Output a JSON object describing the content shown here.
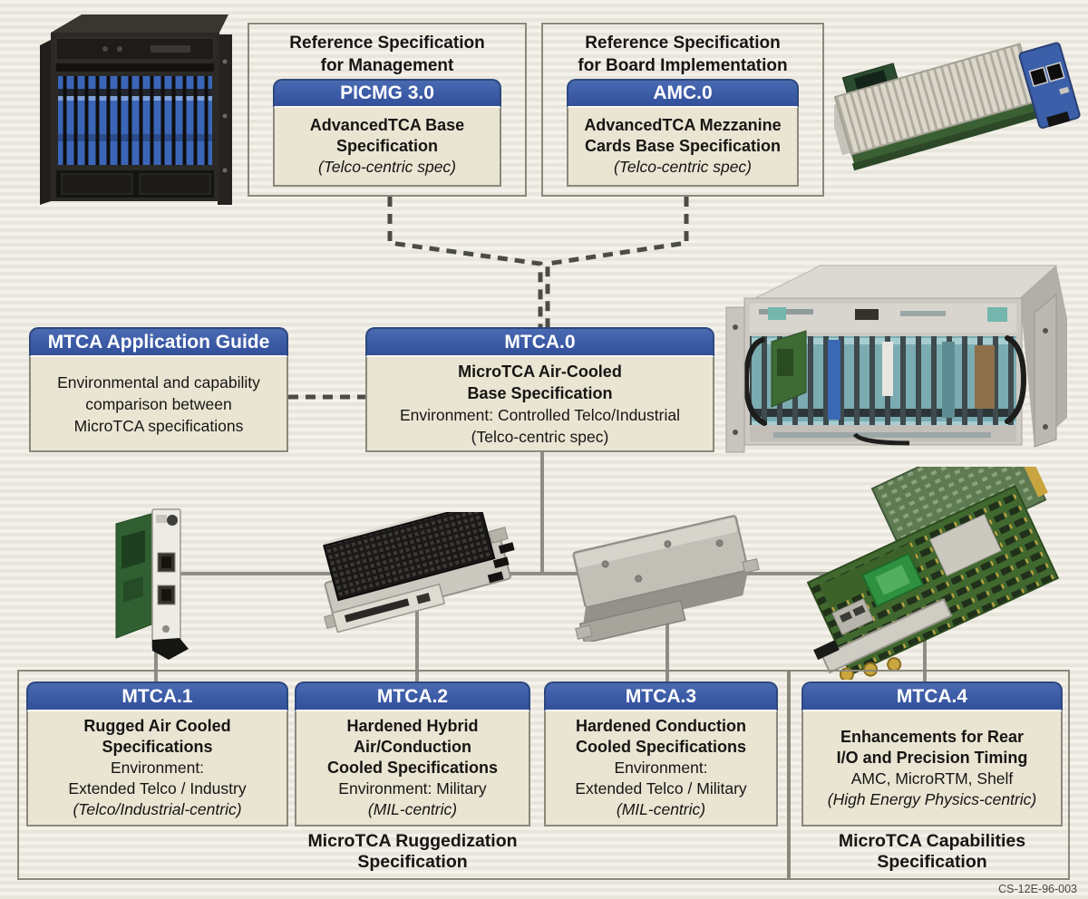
{
  "diagram": {
    "code": "CS-12E-96-003",
    "colors": {
      "header_blue": "#3c5ba6",
      "body_beige": "#eae5d3",
      "line_gray": "#8d8d85",
      "dash_gray": "#4c4c46"
    },
    "ref_management": {
      "title": [
        "Reference Specification",
        "for Management"
      ],
      "header": "PICMG 3.0",
      "bold": [
        "AdvancedTCA Base",
        "Specification"
      ],
      "note": "(Telco-centric spec)"
    },
    "ref_board": {
      "title": [
        "Reference Specification",
        "for Board Implementation"
      ],
      "header": "AMC.0",
      "bold": [
        "AdvancedTCA Mezzanine",
        "Cards Base Specification"
      ],
      "note": "(Telco-centric spec)"
    },
    "app_guide": {
      "header": "MTCA Application Guide",
      "lines": [
        "Environmental and capability",
        "comparison between",
        "MicroTCA specifications"
      ]
    },
    "mtca0": {
      "header": "MTCA.0",
      "bold": [
        "MicroTCA Air-Cooled",
        "Base Specification"
      ],
      "lines": [
        "Environment: Controlled Telco/Industrial",
        "(Telco-centric spec)"
      ]
    },
    "mtca1": {
      "header": "MTCA.1",
      "bold": [
        "Rugged Air Cooled",
        "Specifications"
      ],
      "lines": [
        "Environment:",
        "Extended Telco / Industry"
      ],
      "note": "(Telco/Industrial-centric)"
    },
    "mtca2": {
      "header": "MTCA.2",
      "bold": [
        "Hardened Hybrid",
        "Air/Conduction",
        "Cooled Specifications"
      ],
      "lines": [
        "Environment: Military"
      ],
      "note": "(MIL-centric)"
    },
    "mtca3": {
      "header": "MTCA.3",
      "bold": [
        "Hardened Conduction",
        "Cooled Specifications"
      ],
      "lines": [
        "Environment:",
        "Extended Telco / Military"
      ],
      "note": "(MIL-centric)"
    },
    "mtca4": {
      "header": "MTCA.4",
      "bold": [
        "Enhancements for Rear",
        "I/O and Precision Timing"
      ],
      "lines": [
        "AMC, MicroRTM, Shelf"
      ],
      "note": "(High Energy Physics-centric)"
    },
    "caption_ruggedization": [
      "MicroTCA Ruggedization",
      "Specification"
    ],
    "caption_capabilities": [
      "MicroTCA Capabilities",
      "Specification"
    ],
    "photos": {
      "top_left": "advancedtca-shelf",
      "top_right": "amc-module",
      "middle_right": "microtca-chassis",
      "lower_left": "rugged-air-cooled-module",
      "lower_mid_left": "hybrid-cooled-module",
      "lower_mid_right": "conduction-cooled-module",
      "lower_right": "rear-io-timing-amc"
    }
  }
}
